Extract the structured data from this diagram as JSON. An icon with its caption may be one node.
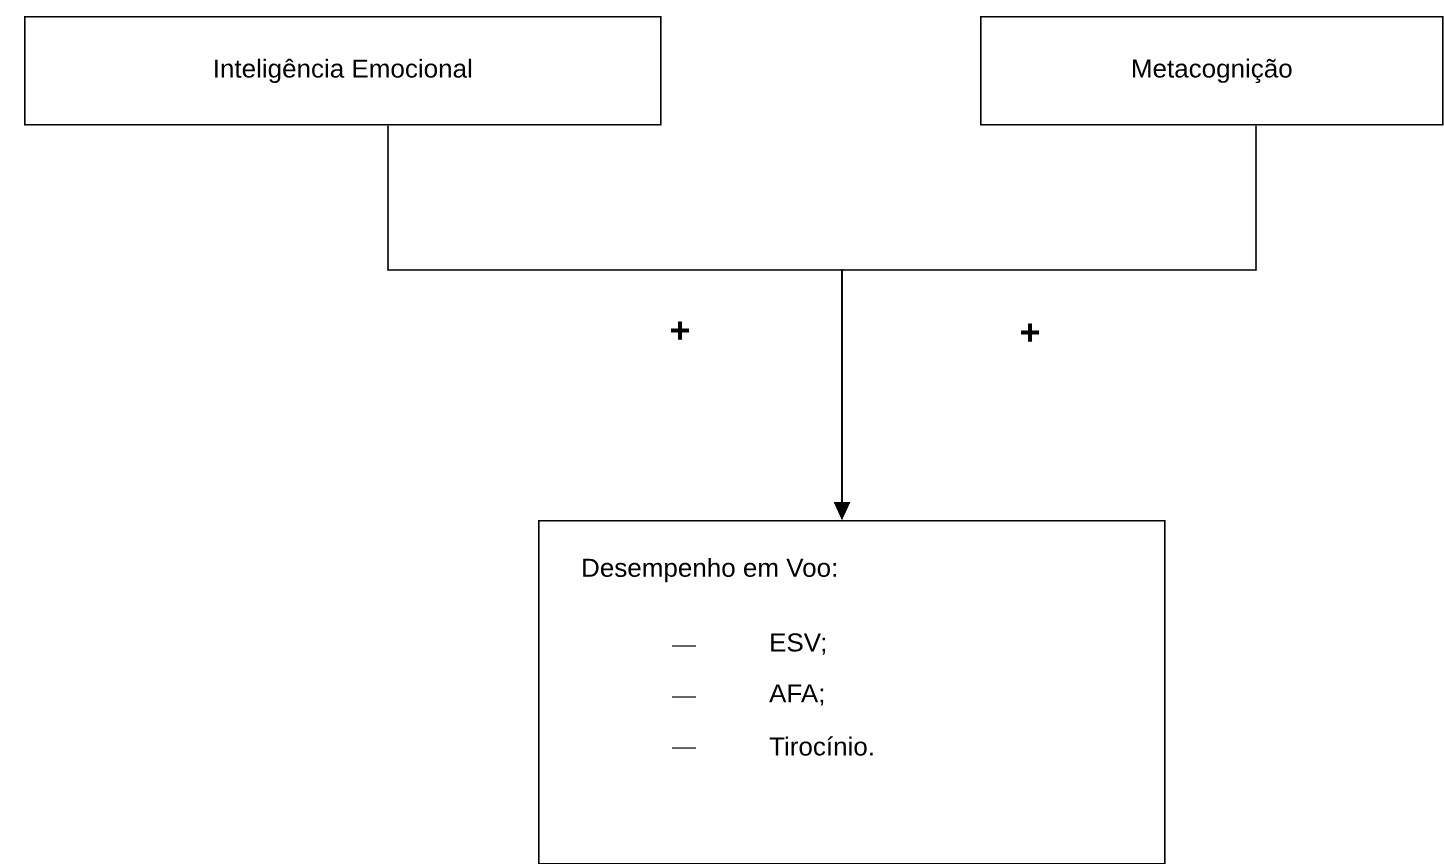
{
  "diagram": {
    "nodes": [
      {
        "text": [
          "Inteligência Emocional"
        ]
      },
      {
        "text": [
          "Metacognição"
        ]
      },
      {
        "text": [
          "Desempenho em Voo:",
          "ESV;",
          "AFA;",
          "Tirocínio."
        ]
      }
    ],
    "edges": [
      {
        "from": 0,
        "to": 2,
        "arrow": "to"
      },
      {
        "from": 1,
        "to": 2,
        "arrow": "to"
      }
    ],
    "labels": [
      "+",
      "+"
    ]
  }
}
